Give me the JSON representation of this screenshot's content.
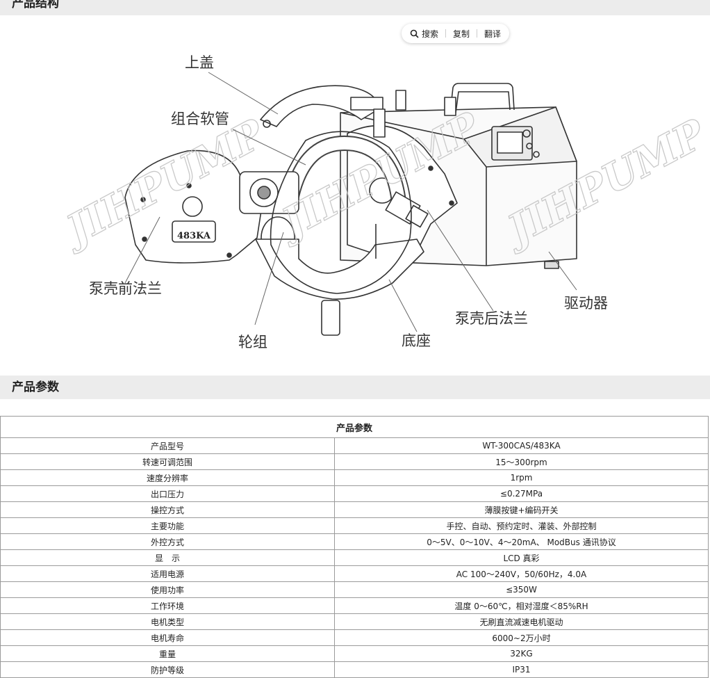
{
  "sections": {
    "structure_title": "产品结构",
    "params_title": "产品参数"
  },
  "toolbar": {
    "search": "搜索",
    "copy": "复制",
    "translate": "翻译"
  },
  "figure": {
    "watermark": "JIHPUMP",
    "nameplate": "483KA",
    "callouts": {
      "top_cover": "上盖",
      "hose": "组合软管",
      "front_flange": "泵壳前法兰",
      "roller": "轮组",
      "base": "底座",
      "rear_flange": "泵壳后法兰",
      "driver": "驱动器"
    }
  },
  "table": {
    "header": "产品参数",
    "rows": [
      {
        "label": "产品型号",
        "value": "WT-300CAS/483KA"
      },
      {
        "label": "转速可调范围",
        "value": "15～300rpm"
      },
      {
        "label": "速度分辨率",
        "value": "1rpm"
      },
      {
        "label": "出口压力",
        "value": "≤0.27MPa"
      },
      {
        "label": "操控方式",
        "value": "薄膜按键+编码开关"
      },
      {
        "label": "主要功能",
        "value": "手控、自动、预约定时、灌装、外部控制"
      },
      {
        "label": "外控方式",
        "value": "0～5V、0～10V、4～20mA、 ModBus 通讯协议"
      },
      {
        "label": "显　示",
        "value": "LCD 真彩"
      },
      {
        "label": "适用电源",
        "value": "AC 100～240V，50/60Hz，4.0A"
      },
      {
        "label": "使用功率",
        "value": "≤350W"
      },
      {
        "label": "工作环境",
        "value": "温度 0～60℃，相对湿度＜85%RH"
      },
      {
        "label": "电机类型",
        "value": "无刷直流减速电机驱动"
      },
      {
        "label": "电机寿命",
        "value": "6000~2万小时"
      },
      {
        "label": "重量",
        "value": "32KG"
      },
      {
        "label": "防护等级",
        "value": "IP31"
      }
    ]
  }
}
